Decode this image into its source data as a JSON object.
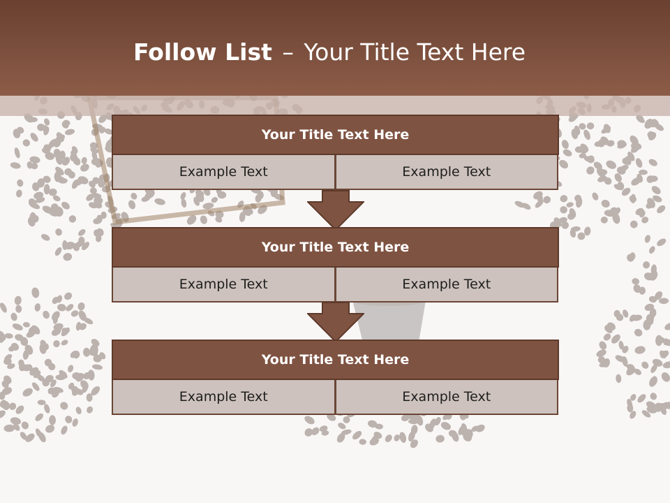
{
  "slide": {
    "title_bold": "Follow List",
    "title_dash": "–",
    "title_rest": "Your Title Text Here"
  },
  "blocks": [
    {
      "title": "Your Title Text Here",
      "left": "Example Text",
      "right": "Example Text"
    },
    {
      "title": "Your Title Text Here",
      "left": "Example Text",
      "right": "Example Text"
    },
    {
      "title": "Your Title Text Here",
      "left": "Example Text",
      "right": "Example Text"
    }
  ],
  "colors": {
    "header": "#7d503e",
    "block_title": "#7f5342",
    "block_cell": "#cdc2bd",
    "arrow": "#7f5342"
  },
  "background": "coffee-beans-photo"
}
